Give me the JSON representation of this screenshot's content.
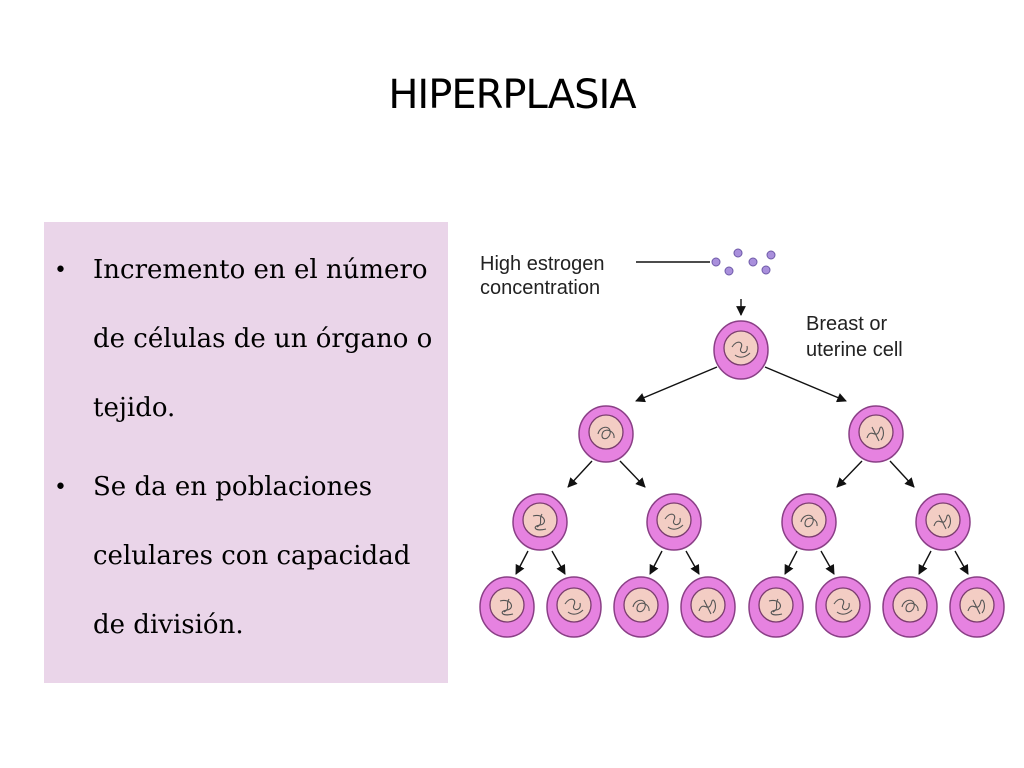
{
  "slide": {
    "title": "HIPERPLASIA",
    "bullets": [
      "Incremento en el número de células de un órgano o tejido.",
      "Se da en poblaciones celulares con capacidad de división."
    ]
  },
  "diagram": {
    "stimulus_label_line1": "High estrogen",
    "stimulus_label_line2": "concentration",
    "cell_label_line1": "Breast or",
    "cell_label_line2": "uterine cell"
  },
  "colors": {
    "panel": "#ead5e9",
    "cell_membrane": "#e682e0",
    "cell_nucleus": "#f3cdc4",
    "hormone_molecule": "#a98fdc"
  },
  "icons": {
    "bullet": "•"
  }
}
